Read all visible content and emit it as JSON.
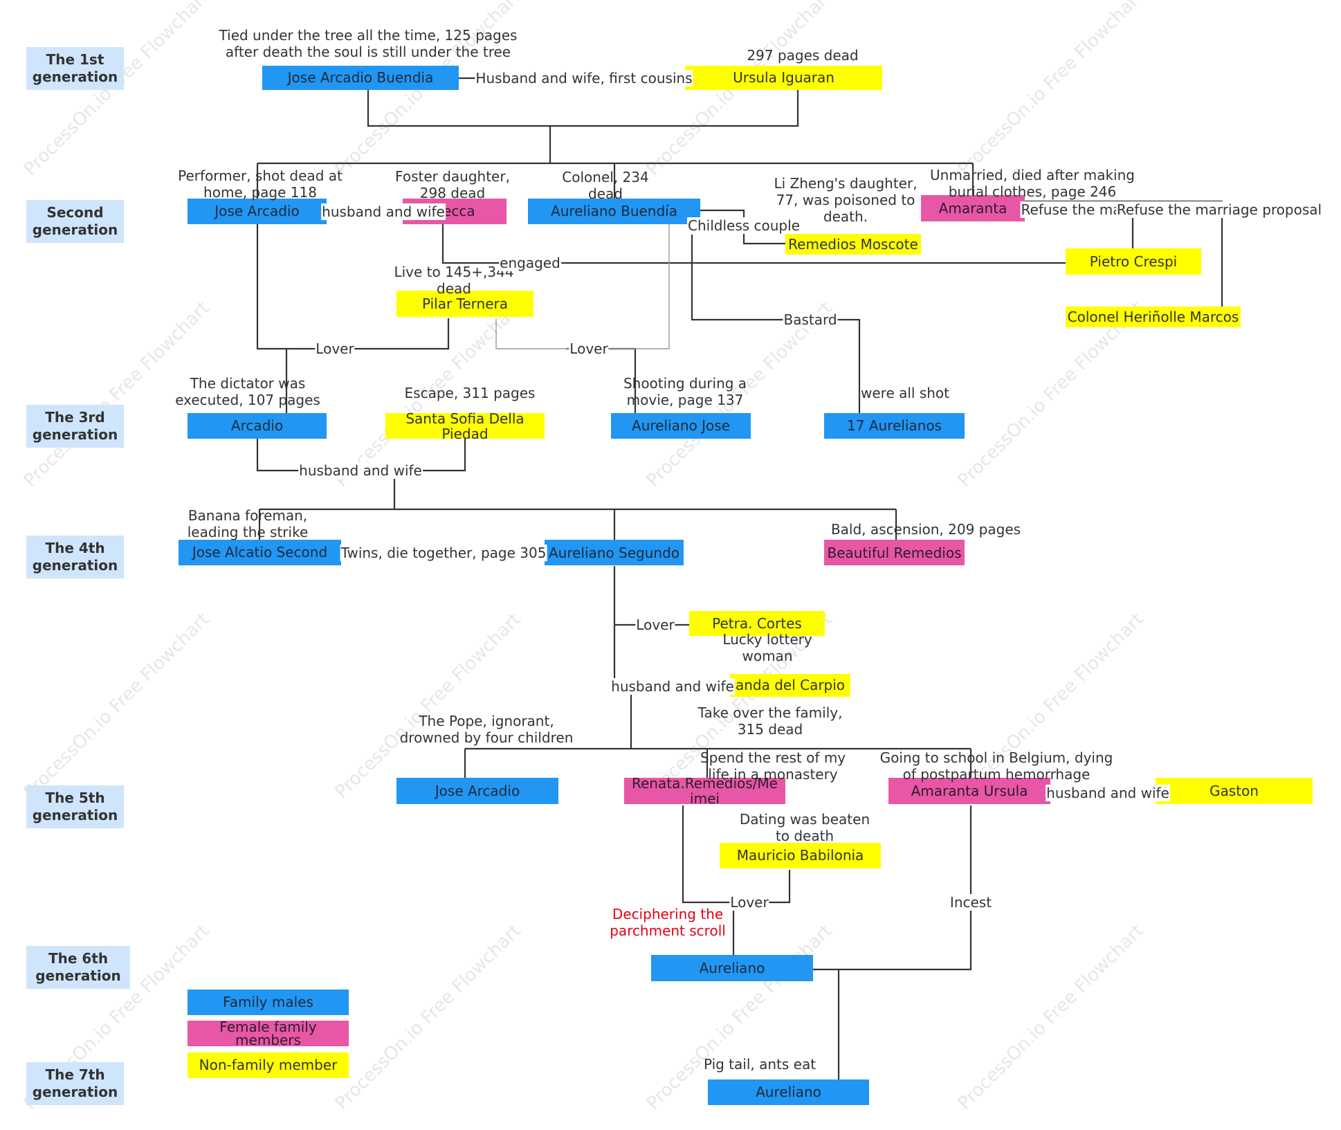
{
  "watermark": "ProcessOn.io Free Flowchart",
  "generations": {
    "g1": "The 1st generation",
    "g2": "Second generation",
    "g3": "The 3rd generation",
    "g4": "The 4th generation",
    "g5": "The 5th generation",
    "g6": "The 6th generation",
    "g7": "The 7th generation"
  },
  "people": {
    "jose_arcadio_buendia": "Jose Arcadio Buendia",
    "ursula_iguaran": "Ursula Iguaran",
    "jose_arcadio_2": "Jose Arcadio",
    "rebecca": "becca",
    "aureliano_buendia": "Aureliano Buendía",
    "amaranta": "Amaranta",
    "remedios_moscote": "Remedios Moscote",
    "pietro_crespi": "Pietro Crespi",
    "pilar_ternera": "Pilar Ternera",
    "colonel_herinolle": "Colonel Heriñolle Marcos",
    "arcadio": "Arcadio",
    "santa_sofia": "Santa Sofia Della Piedad",
    "aureliano_jose": "Aureliano Jose",
    "aurelianos_17": "17 Aurelianos",
    "jose_alcatio_second": "Jose Alcatio Second",
    "aureliano_segundo": "Aureliano Segundo",
    "beautiful_remedios": "Beautiful Remedios",
    "petra_cortes": "Petra. Cortes",
    "fernanda": "anda del Carpio",
    "jose_arcadio_5": "Jose Arcadio",
    "renata_remedios": "Renata.Remedios/Me imei",
    "amaranta_ursula": "Amaranta Ursula",
    "gaston": "Gaston",
    "mauricio": "Mauricio Babilonia",
    "aureliano_6": "Aureliano",
    "aureliano_7": "Aureliano"
  },
  "notes": {
    "jab": "Tied under the tree all the time, 125 pages\nafter death the soul is still under the tree",
    "ursula": "297 pages dead",
    "ja2": "Performer, shot dead at\nhome, page 118",
    "rebecca": "Foster daughter,\n298 dead",
    "ab": "Colonel, 234\ndead",
    "remedios": "Li Zheng's daughter,\n77, was poisoned to\ndeath.",
    "amaranta": "Unmarried, died after making\nburial clothes, page 246",
    "pilar": "Live to 145+,344\ndead",
    "arcadio": "The dictator was\nexecuted, 107 pages",
    "santa_sofia": "Escape, 311 pages",
    "aj": "Shooting during a\nmovie, page 137",
    "a17": "were all shot",
    "jas": "Banana foreman,\nleading the strike",
    "br": "Bald, ascension, 209 pages",
    "petra": "Lucky lottery\nwoman",
    "fernanda": "Take over the family,\n315 dead",
    "ja5": "The Pope, ignorant,\ndrowned by four children",
    "renata": "Spend the rest of my\nlife in a monastery",
    "au": "Going to school in Belgium, dying\nof postpartum hemorrhage",
    "mauricio": "Dating was beaten\nto death",
    "a6": "Deciphering the\nparchment scroll",
    "a7": "Pig tail, ants eat"
  },
  "edge_labels": {
    "cousins": "Husband and wife, first cousins",
    "hw_rebecca": "husband and wife",
    "childless": "Childless couple",
    "refuse1": "Refuse the marr",
    "refuse2": "Refuse the marriage proposal",
    "engaged": "engaged",
    "bastard": "Bastard",
    "lover1": "Lover",
    "lover2": "Lover",
    "hw_arcadio": "husband and wife",
    "twins": "Twins, die together, page 305",
    "lover_petra": "Lover",
    "hw_fernanda": "husband and wife",
    "hw_gaston": "husband and wife",
    "lover_mauricio": "Lover",
    "incest": "Incest"
  },
  "legend": {
    "males": "Family males",
    "females": "Female family members",
    "non_family": "Non-family member"
  },
  "colors": {
    "family_male": "#2196f3",
    "family_female": "#e856a6",
    "non_family": "#ffff00",
    "generation_label": "#cfe5fb",
    "connector": "#333333",
    "highlight_text": "#e60012"
  }
}
